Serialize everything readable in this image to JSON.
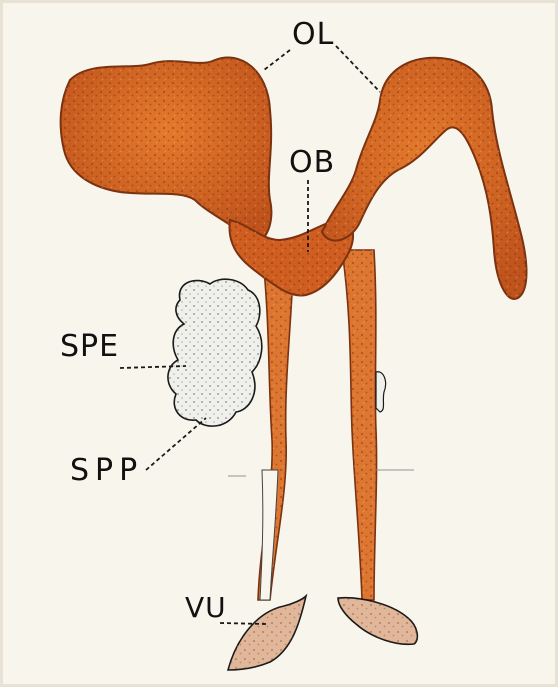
{
  "labels": {
    "ol": "OL",
    "ob": "OB",
    "spe": "SPE",
    "spp": "SPP",
    "vu": "VU"
  },
  "colors": {
    "ovary_fill": "#d86a22",
    "ovary_dark": "#a9481a",
    "oviduct_fill": "#dd7a35",
    "background": "#f8f5ec",
    "spermatheca_fill": "#eeeeea",
    "vulva_fill": "#e0b79a",
    "ink": "#1a1a1a"
  }
}
